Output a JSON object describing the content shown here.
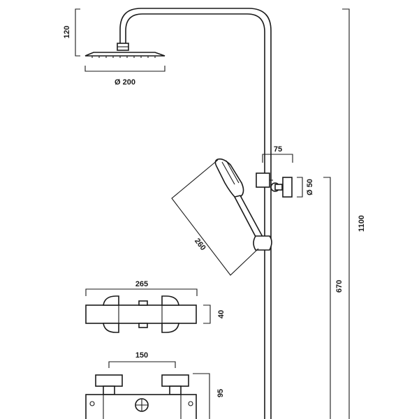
{
  "dimensions": {
    "shower_head_height": "120",
    "shower_head_diameter": "Ø 200",
    "bracket_offset": "75",
    "bracket_diameter": "Ø 50",
    "hand_shower_length": "260",
    "overall_height": "1100",
    "valve_to_bracket_height": "670",
    "valve_width": "265",
    "valve_depth": "40",
    "valve_centres": "150",
    "valve_height": "95"
  },
  "colors": {
    "line": "#1a1a1a",
    "background": "#ffffff"
  }
}
